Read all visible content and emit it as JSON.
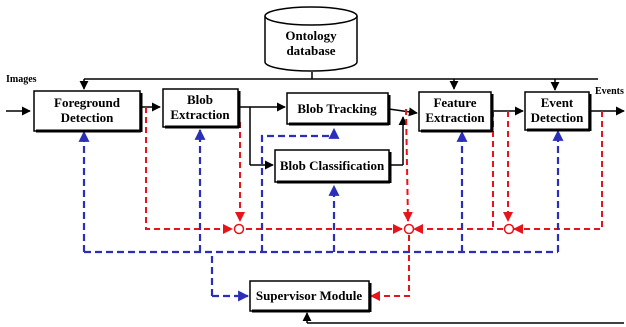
{
  "inputs": {
    "images_label": "Images"
  },
  "outputs": {
    "events_label": "Events"
  },
  "database": {
    "line1": "Ontology",
    "line2": "database"
  },
  "modules": {
    "foreground": {
      "line1": "Foreground",
      "line2": "Detection"
    },
    "blob_extraction": {
      "line1": "Blob",
      "line2": "Extraction"
    },
    "blob_tracking": {
      "line1": "Blob Tracking"
    },
    "blob_classification": {
      "line1": "Blob Classification"
    },
    "feature_extraction": {
      "line1": "Feature",
      "line2": "Extraction"
    },
    "event_detection": {
      "line1": "Event",
      "line2": "Detection"
    },
    "supervisor": {
      "line1": "Supervisor Module"
    }
  },
  "colors": {
    "data_flow": "#000000",
    "feedback_to_supervisor": "#e8141b",
    "control_from_supervisor": "#2b2fb8"
  }
}
